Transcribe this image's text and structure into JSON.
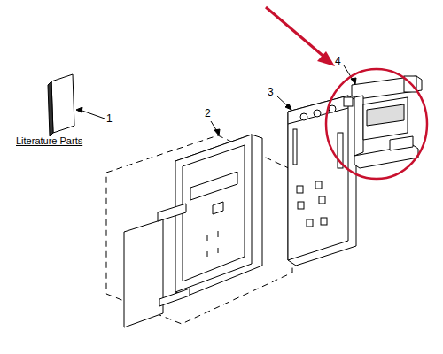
{
  "diagram": {
    "labels": [
      "1",
      "Literature Parts",
      "2",
      "3",
      "4"
    ]
  }
}
